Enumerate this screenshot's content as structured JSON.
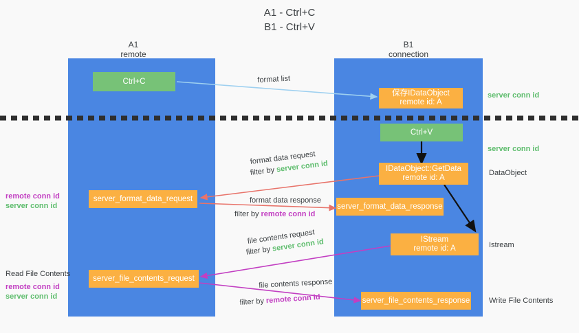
{
  "diagram": {
    "title": "A1 - Ctrl+C\nB1 - Ctrl+V",
    "columns": [
      {
        "id": "a1",
        "header": "A1\nremote",
        "color": "#4a86e2"
      },
      {
        "id": "b1",
        "header": "B1\nconnection",
        "color": "#4a86e2"
      }
    ],
    "nodes": {
      "ctrl_c": {
        "line1": "Ctrl+C",
        "color": "#77c277"
      },
      "dataobject_remote": {
        "line1": "保存IDataObject",
        "line2": "remote id: A",
        "color": "#fbb042"
      },
      "ctrl_v": {
        "line1": "Ctrl+V",
        "color": "#77c277"
      },
      "getdata": {
        "line1": "IDataObject::GetData",
        "line2": "remote id: A",
        "color": "#fbb042"
      },
      "format_data_request": {
        "line1": "server_format_data_request",
        "color": "#fbb042"
      },
      "format_data_response": {
        "line1": "server_format_data_response",
        "color": "#fbb042"
      },
      "istream": {
        "line1": "IStream",
        "line2": "remote id: A",
        "color": "#fbb042"
      },
      "file_contents_request": {
        "line1": "server_file_contents_request",
        "color": "#fbb042"
      },
      "file_contents_response": {
        "line1": "server_file_contents_response",
        "color": "#fbb042"
      }
    },
    "edges": {
      "format_list": {
        "label": "format list",
        "color": "#9ed0f0"
      },
      "format_data_request": {
        "label1": "format data request",
        "label2_prefix": "filter by ",
        "label2_key": "server conn id",
        "color": "#e8736a"
      },
      "format_data_response": {
        "label1": "format data response",
        "label2_prefix": "filter by ",
        "label2_key": "remote conn id",
        "color": "#e8736a"
      },
      "file_contents_request": {
        "label1": "file contents request",
        "label2_prefix": "filter by ",
        "label2_key": "server conn id",
        "color": "#c23fc2"
      },
      "file_contents_response": {
        "label1": "file contents response",
        "label2_prefix": "filter by ",
        "label2_key": "remote conn id",
        "color": "#c23fc2"
      }
    },
    "left_annotations": {
      "group1_remote": "remote conn id",
      "group1_server": "server conn id",
      "read_file_contents": "Read File Contents",
      "group2_remote": "remote conn id",
      "group2_server": "server conn id"
    },
    "right_annotations": {
      "server_conn_id_top": "server conn id",
      "server_conn_id_mid": "server conn id",
      "dataobject": "DataObject",
      "istream": "Istream",
      "write_file_contents": "Write File Contents"
    },
    "colors": {
      "column_blue": "#4a86e2",
      "node_green": "#77c277",
      "node_orange": "#fbb042",
      "accent_green_text": "#5fbd6e",
      "accent_magenta_text": "#c23fc2",
      "arrow_salmon": "#e8736a",
      "arrow_magenta": "#c23fc2",
      "arrow_lightblue": "#9ed0f0",
      "arrow_black": "#111111",
      "background": "#f9f9f9"
    }
  }
}
